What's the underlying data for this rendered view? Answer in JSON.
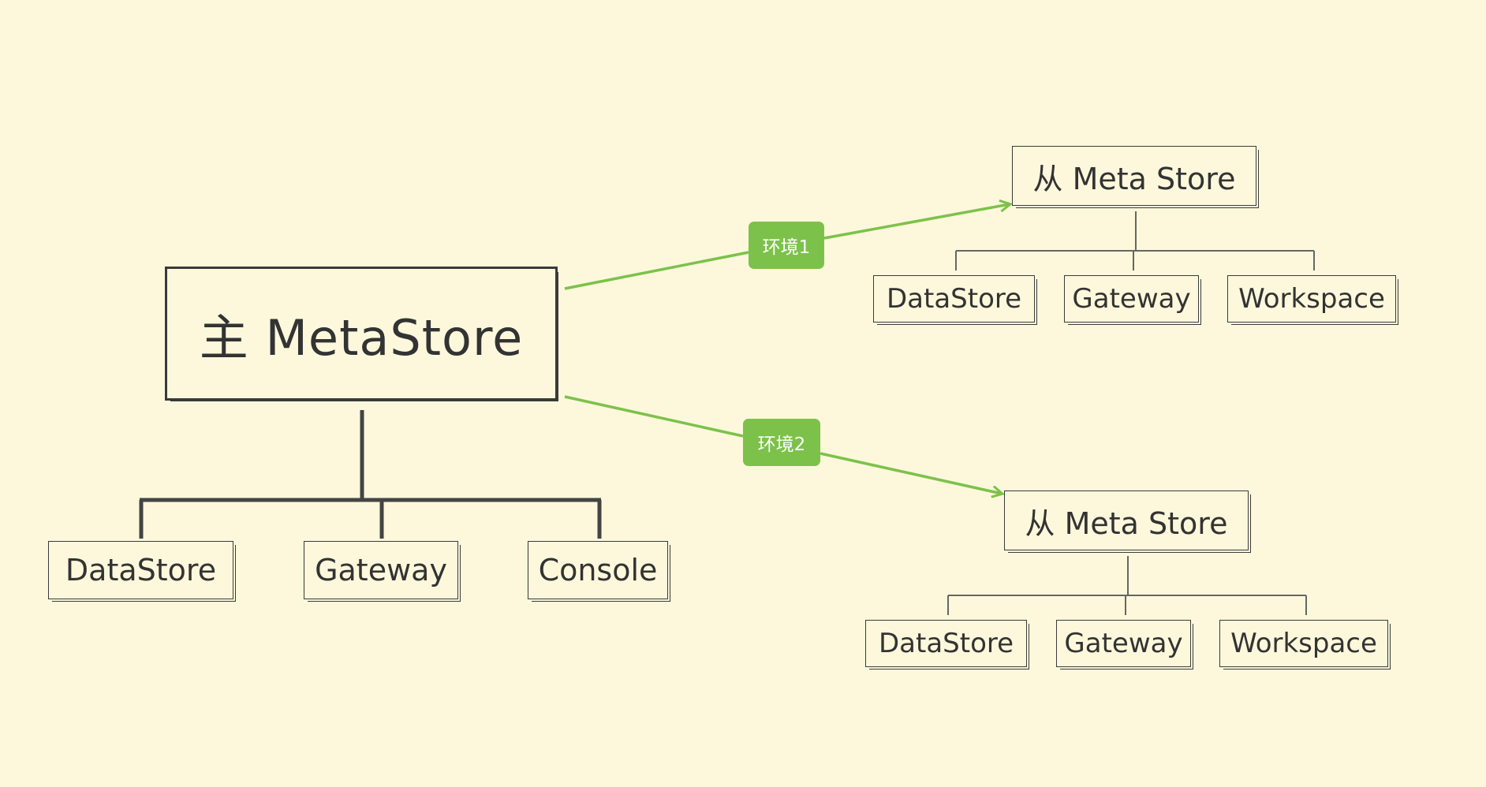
{
  "colors": {
    "background": "#fdf8dc",
    "ink": "#3a3a3a",
    "accent": "#7cc24a"
  },
  "main": {
    "title": "主 MetaStore",
    "children": [
      "DataStore",
      "Gateway",
      "Console"
    ]
  },
  "edges": [
    {
      "label": "环境1"
    },
    {
      "label": "环境2"
    }
  ],
  "slaves": [
    {
      "title": "从 Meta Store",
      "children": [
        "DataStore",
        "Gateway",
        "Workspace"
      ]
    },
    {
      "title": "从 Meta Store",
      "children": [
        "DataStore",
        "Gateway",
        "Workspace"
      ]
    }
  ]
}
